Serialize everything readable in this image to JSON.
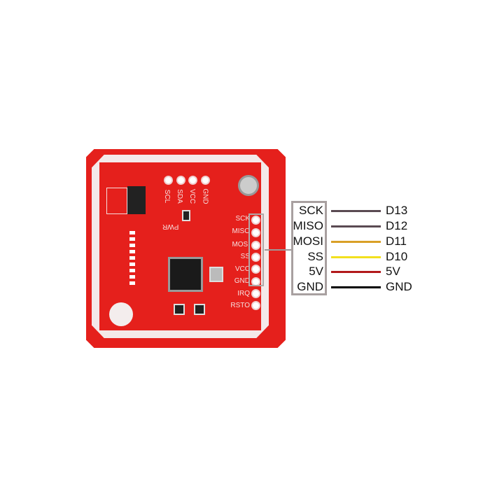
{
  "board": {
    "i2c_pins": [
      "SCL",
      "SDA",
      "VCC",
      "GND"
    ],
    "pwr_label": "PWR",
    "spi_pins": [
      "SCK",
      "MISO",
      "MOSI",
      "SS",
      "VCC",
      "GND",
      "IRQ",
      "RSTO"
    ],
    "board_color": "#e5201c"
  },
  "wiring": [
    {
      "module_pin": "SCK",
      "arduino_pin": "D13",
      "color": "#5a4a52"
    },
    {
      "module_pin": "MISO",
      "arduino_pin": "D12",
      "color": "#5a4a52"
    },
    {
      "module_pin": "MOSI",
      "arduino_pin": "D11",
      "color": "#d9a027"
    },
    {
      "module_pin": "SS",
      "arduino_pin": "D10",
      "color": "#f2e01e"
    },
    {
      "module_pin": "5V",
      "arduino_pin": "5V",
      "color": "#b2191b"
    },
    {
      "module_pin": "GND",
      "arduino_pin": "GND",
      "color": "#000000"
    }
  ]
}
